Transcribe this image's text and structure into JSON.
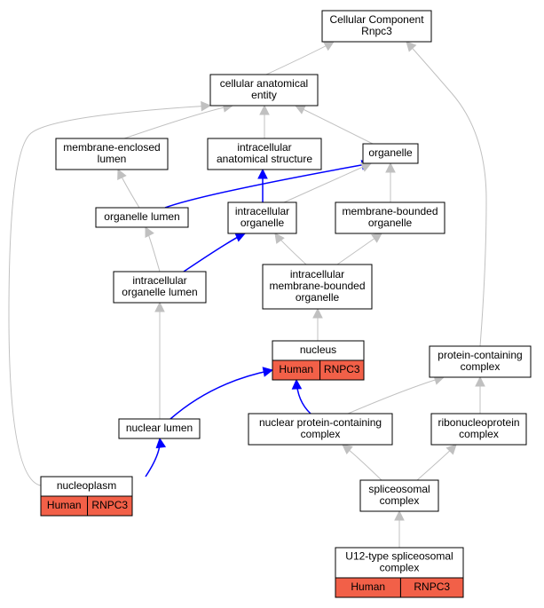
{
  "colors": {
    "edge_gray": "#c0c0c0",
    "edge_blue": "#0000ff",
    "annotation_fill": "#f26048"
  },
  "nodes": [
    {
      "id": "cc",
      "lines": [
        "Cellular Component",
        "Rnpc3"
      ]
    },
    {
      "id": "cae",
      "lines": [
        "cellular anatomical",
        "entity"
      ]
    },
    {
      "id": "mel",
      "lines": [
        "membrane-enclosed",
        "lumen"
      ]
    },
    {
      "id": "ias",
      "lines": [
        "intracellular",
        "anatomical structure"
      ]
    },
    {
      "id": "org",
      "lines": [
        "organelle"
      ]
    },
    {
      "id": "ol",
      "lines": [
        "organelle lumen"
      ]
    },
    {
      "id": "io",
      "lines": [
        "intracellular",
        "organelle"
      ]
    },
    {
      "id": "mbo",
      "lines": [
        "membrane-bounded",
        "organelle"
      ]
    },
    {
      "id": "iol",
      "lines": [
        "intracellular",
        "organelle lumen"
      ]
    },
    {
      "id": "imbo",
      "lines": [
        "intracellular",
        "membrane-bounded",
        "organelle"
      ]
    },
    {
      "id": "nuc",
      "lines": [
        "nucleus"
      ],
      "cells": [
        "Human",
        "RNPC3"
      ]
    },
    {
      "id": "pcc",
      "lines": [
        "protein-containing",
        "complex"
      ]
    },
    {
      "id": "nl",
      "lines": [
        "nuclear lumen"
      ]
    },
    {
      "id": "npcc",
      "lines": [
        "nuclear protein-containing",
        "complex"
      ]
    },
    {
      "id": "rnp",
      "lines": [
        "ribonucleoprotein",
        "complex"
      ]
    },
    {
      "id": "np",
      "lines": [
        "nucleoplasm"
      ],
      "cells": [
        "Human",
        "RNPC3"
      ]
    },
    {
      "id": "sc",
      "lines": [
        "spliceosomal",
        "complex"
      ]
    },
    {
      "id": "u12",
      "lines": [
        "U12-type spliceosomal",
        "complex"
      ],
      "cells": [
        "Human",
        "RNPC3"
      ]
    }
  ],
  "edges": [
    {
      "from": "cae",
      "to": "cc",
      "color": "gray"
    },
    {
      "from": "pcc",
      "to": "cc",
      "color": "gray"
    },
    {
      "from": "mel",
      "to": "cae",
      "color": "gray"
    },
    {
      "from": "ias",
      "to": "cae",
      "color": "gray"
    },
    {
      "from": "org",
      "to": "cae",
      "color": "gray"
    },
    {
      "from": "np",
      "to": "cae",
      "color": "gray"
    },
    {
      "from": "ol",
      "to": "mel",
      "color": "gray"
    },
    {
      "from": "ol",
      "to": "org",
      "color": "blue"
    },
    {
      "from": "io",
      "to": "ias",
      "color": "blue"
    },
    {
      "from": "io",
      "to": "org",
      "color": "gray"
    },
    {
      "from": "mbo",
      "to": "org",
      "color": "gray"
    },
    {
      "from": "iol",
      "to": "ol",
      "color": "gray"
    },
    {
      "from": "iol",
      "to": "io",
      "color": "blue"
    },
    {
      "from": "imbo",
      "to": "io",
      "color": "gray"
    },
    {
      "from": "imbo",
      "to": "mbo",
      "color": "gray"
    },
    {
      "from": "nuc",
      "to": "imbo",
      "color": "gray"
    },
    {
      "from": "nl",
      "to": "iol",
      "color": "gray"
    },
    {
      "from": "nl",
      "to": "nuc",
      "color": "blue"
    },
    {
      "from": "npcc",
      "to": "nuc",
      "color": "blue"
    },
    {
      "from": "npcc",
      "to": "pcc",
      "color": "gray"
    },
    {
      "from": "rnp",
      "to": "pcc",
      "color": "gray"
    },
    {
      "from": "np",
      "to": "nl",
      "color": "blue"
    },
    {
      "from": "sc",
      "to": "npcc",
      "color": "gray"
    },
    {
      "from": "sc",
      "to": "rnp",
      "color": "gray"
    },
    {
      "from": "u12",
      "to": "sc",
      "color": "gray"
    }
  ]
}
